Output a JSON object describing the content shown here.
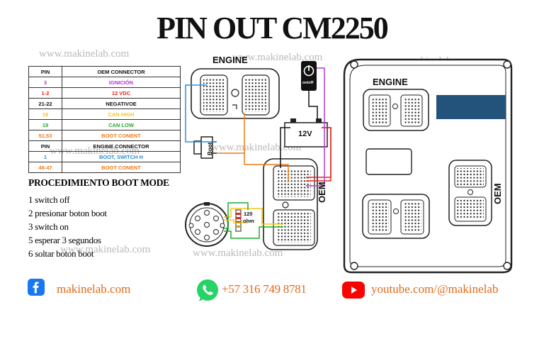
{
  "header": {
    "title": "PIN OUT CM2250"
  },
  "watermark": "www.makinelab.com",
  "pin_table": {
    "rows": [
      {
        "pin": "PIN",
        "label": "OEM CONNECTOR",
        "color": "#111111",
        "kind": "header"
      },
      {
        "pin": "3",
        "label": "IGNICIÓN",
        "color": "#b23ad6",
        "kind": "row"
      },
      {
        "pin": "1-2",
        "label": "12 VDC",
        "color": "#e8231a",
        "kind": "row"
      },
      {
        "pin": "21-22",
        "label": "NEGATIVOE",
        "color": "#111111",
        "kind": "row"
      },
      {
        "pin": "18",
        "label": "CAN HIGH",
        "color": "#f5c518",
        "kind": "row"
      },
      {
        "pin": "19",
        "label": "CAN LOW",
        "color": "#1faa2c",
        "kind": "row"
      },
      {
        "pin": "51,53",
        "label": "BOOT CONENT",
        "color": "#f07a12",
        "kind": "row"
      },
      {
        "pin": "PIN",
        "label": "ENGINE CONNECTOR",
        "color": "#111111",
        "kind": "header"
      },
      {
        "pin": "1",
        "label": "BOOT, SWITCH H",
        "color": "#2a8de0",
        "kind": "row"
      },
      {
        "pin": "46-47",
        "label": "BOOT CONENT",
        "color": "#f07a12",
        "kind": "row"
      }
    ]
  },
  "procedure": {
    "heading": "PROCEDIMIENTO BOOT MODE",
    "steps": [
      "1 switch off",
      "2 presionar boton boot",
      "3 switch on",
      "5 esperar 3 segundos",
      "6 soltar boton boot"
    ]
  },
  "diagram": {
    "engine_label": "ENGINE",
    "oem_label": "OEM",
    "ecm_engine_label": "ENGINE",
    "ecm_oem_label": "OEM",
    "battery_label": "12V",
    "switch_label": "on/off",
    "boot_label": "Boot",
    "resistor_value": "120",
    "resistor_unit": "ohm"
  },
  "colors": {
    "ignition": "#b23ad6",
    "power": "#e8231a",
    "ground": "#111111",
    "can_high": "#f5c518",
    "can_low": "#1faa2c",
    "boot": "#f07a12",
    "boot_switch": "#2a8de0",
    "display": "#23527a"
  },
  "social": {
    "facebook": "makinelab.com",
    "whatsapp": "+57 316 749 8781",
    "youtube": "youtube.com/@makinelab"
  },
  "icons": [
    "facebook-icon",
    "whatsapp-icon",
    "youtube-icon",
    "power-icon",
    "push-button-icon",
    "battery-icon",
    "resistor-icon"
  ]
}
